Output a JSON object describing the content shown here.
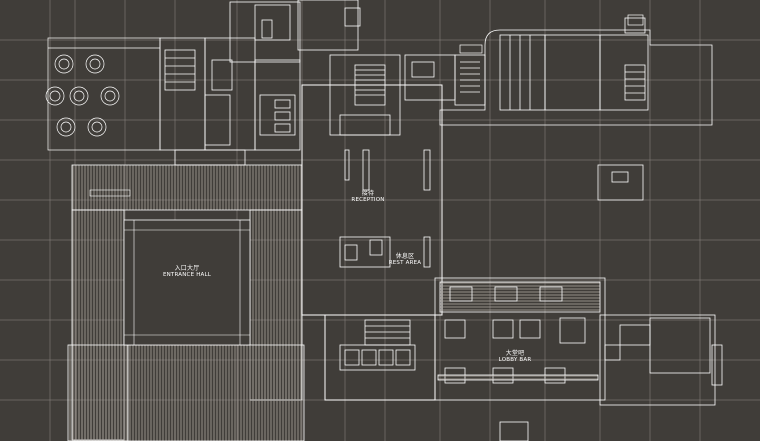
{
  "theme": {
    "background": "#403d39",
    "line": "#ffffff",
    "grid": "#8f8a84",
    "hatch": "#a8a39c"
  },
  "rooms": {
    "entrance_hall": {
      "cn": "入口大厅",
      "en": "ENTRANCE HALL"
    },
    "reception": {
      "cn": "接待",
      "en": "RECEPTION"
    },
    "rest_area": {
      "cn": "休息区",
      "en": "REST AREA"
    },
    "lobby_bar": {
      "cn": "大堂吧",
      "en": "LOBBY BAR"
    }
  }
}
